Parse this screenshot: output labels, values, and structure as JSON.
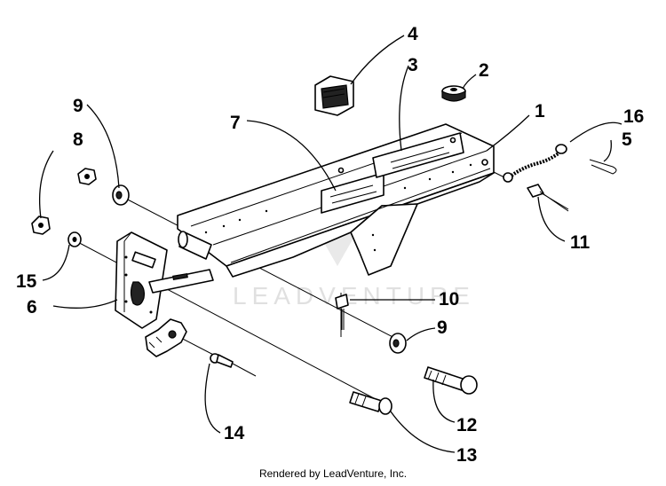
{
  "watermark": "LEADVENTURE",
  "footer": "Rendered by LeadVenture, Inc.",
  "callouts": {
    "c1": "1",
    "c2": "2",
    "c3": "3",
    "c4": "4",
    "c5": "5",
    "c6": "6",
    "c7": "7",
    "c8": "8",
    "c9a": "9",
    "c9b": "9",
    "c10": "10",
    "c11": "11",
    "c12": "12",
    "c13": "13",
    "c14": "14",
    "c15": "15",
    "c16": "16"
  }
}
